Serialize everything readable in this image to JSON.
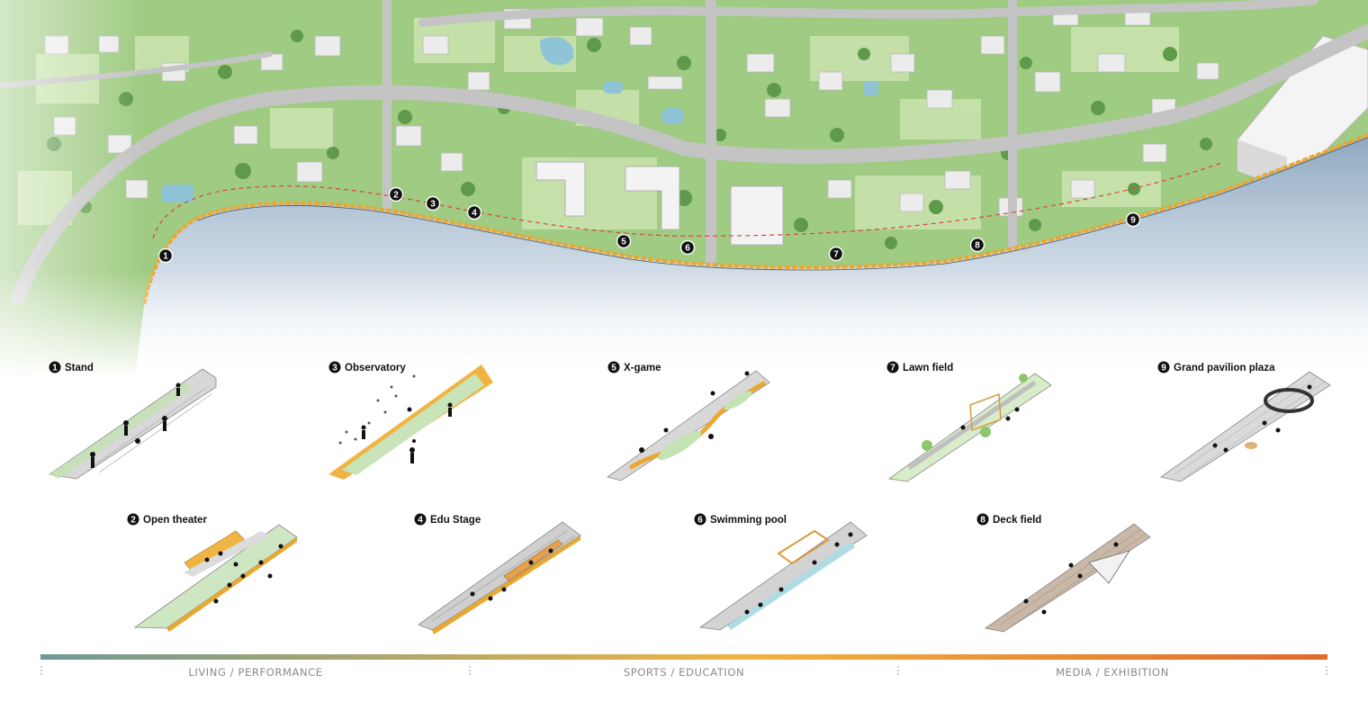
{
  "map_markers": [
    {
      "id": "1"
    },
    {
      "id": "2"
    },
    {
      "id": "3"
    },
    {
      "id": "4"
    },
    {
      "id": "5"
    },
    {
      "id": "6"
    },
    {
      "id": "7"
    },
    {
      "id": "8"
    },
    {
      "id": "9"
    }
  ],
  "programs": [
    {
      "num": "1",
      "label": "Stand"
    },
    {
      "num": "2",
      "label": "Open theater"
    },
    {
      "num": "3",
      "label": "Observatory"
    },
    {
      "num": "4",
      "label": "Edu Stage"
    },
    {
      "num": "5",
      "label": "X-game"
    },
    {
      "num": "6",
      "label": "Swimming pool"
    },
    {
      "num": "7",
      "label": "Lawn field"
    },
    {
      "num": "8",
      "label": "Deck field"
    },
    {
      "num": "9",
      "label": "Grand pavilion plaza"
    }
  ],
  "categories": [
    {
      "label": "LIVING / PERFORMANCE"
    },
    {
      "label": "SPORTS / EDUCATION"
    },
    {
      "label": "MEDIA / EXHIBITION"
    }
  ],
  "colors": {
    "river": "#c4d3e0",
    "land": "#a9cf8a",
    "road": "#bdbdbd",
    "building": "#eaeaea",
    "promenade": "#e9a832",
    "gradient_start": "#6f9a96",
    "gradient_mid": "#f0b443",
    "gradient_end": "#e06a2a"
  }
}
